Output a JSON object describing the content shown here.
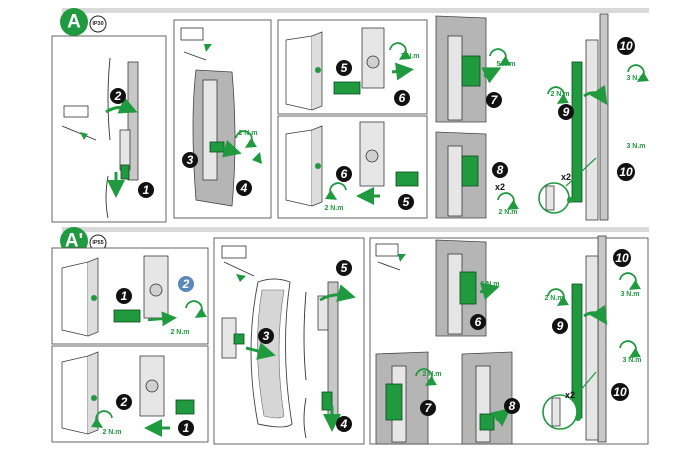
{
  "sections": [
    {
      "letter": "A",
      "ip": "IP30"
    },
    {
      "letter": "A'",
      "ip": "IP55"
    }
  ],
  "torque": {
    "two": "2 N.m",
    "three": "3 N.m",
    "five": "5 N.m"
  },
  "multiplier": "x2",
  "steps": [
    "1",
    "2",
    "3",
    "4",
    "5",
    "6",
    "7",
    "8",
    "9",
    "10"
  ],
  "colors": {
    "accent": "#1f9a3f",
    "badge": "#111111",
    "metal": "#c8c8c8",
    "wall": "#b5b5b5"
  }
}
